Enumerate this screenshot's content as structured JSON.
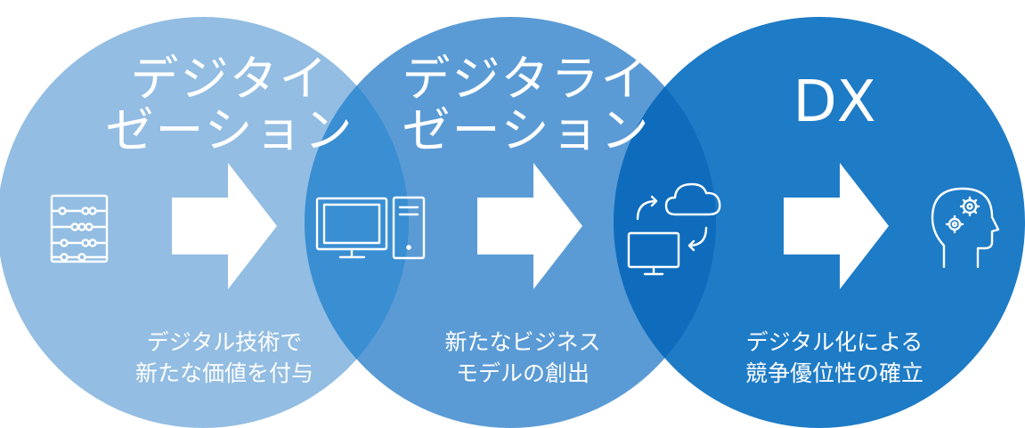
{
  "colors": {
    "circle_1": "#93bde2",
    "circle_2": "#5b9bd5",
    "circle_3": "#1e7bc6",
    "overlap_1_2": "#3a8ed2",
    "overlap_2_3": "#0f6cbd",
    "text": "#ffffff"
  },
  "stages": [
    {
      "title_lines": [
        "デジタイ",
        "ゼーション"
      ],
      "description_lines": [
        "デジタル技術で",
        "新たな価値を付与"
      ],
      "icon": "abacus-icon"
    },
    {
      "title_lines": [
        "デジタライ",
        "ゼーション"
      ],
      "description_lines": [
        "新たなビジネス",
        "モデルの創出"
      ],
      "icon": "desktop-computer-icon"
    },
    {
      "title_lines": [
        "DX"
      ],
      "description_lines": [
        "デジタル化による",
        "競争優位性の確立"
      ],
      "icon": "head-gears-icon"
    }
  ],
  "transition_icons": [
    "arrow-right-icon",
    "cloud-sync-icon",
    "arrow-right-icon",
    "arrow-right-icon"
  ]
}
